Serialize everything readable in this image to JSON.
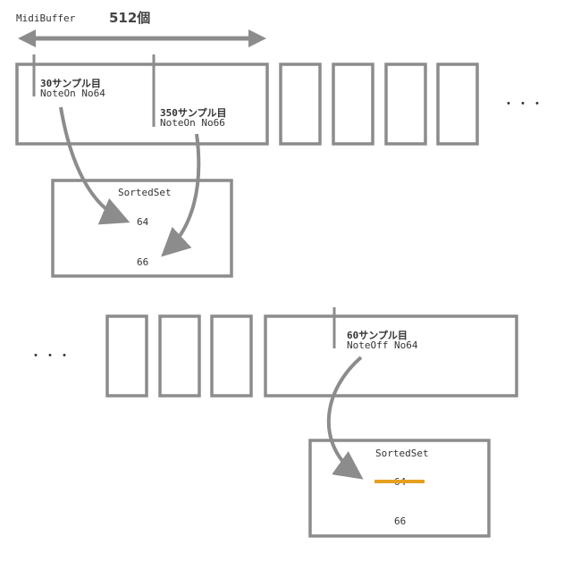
{
  "buffer": {
    "label": "MidiBuffer",
    "size_label": "512個",
    "ellipsis_top": "・・・",
    "ellipsis_bottom": "・・・"
  },
  "events_top": [
    {
      "line1": "30サンプル目",
      "line2": "NoteOn No64"
    },
    {
      "line1": "350サンプル目",
      "line2": "NoteOn No66"
    }
  ],
  "sortedset_top": {
    "title": "SortedSet",
    "items": [
      "64",
      "66"
    ]
  },
  "events_bottom": [
    {
      "line1": "60サンプル目",
      "line2": "NoteOff No64"
    }
  ],
  "sortedset_bottom": {
    "title": "SortedSet",
    "items": [
      "64",
      "66"
    ],
    "removed_item": "64"
  },
  "colors": {
    "stroke": "#8c8c8c",
    "text": "#333333",
    "strike": "#e6a020"
  }
}
